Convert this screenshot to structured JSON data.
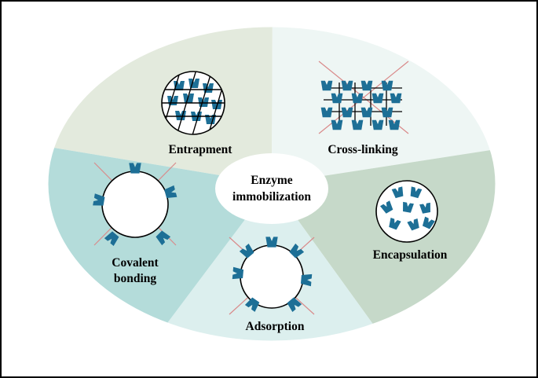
{
  "center": {
    "line1": "Enzyme",
    "line2": "immobilization"
  },
  "methods": {
    "entrapment": "Entrapment",
    "cross_linking": "Cross-linking",
    "encapsulation": "Encapsulation",
    "adsorption": "Adsorption",
    "covalent_line1": "Covalent",
    "covalent_line2": "bonding"
  },
  "colors": {
    "entrapment_sector": "#e3eadd",
    "cross_linking_sector": "#eef6f4",
    "encapsulation_sector": "#c6d9c9",
    "adsorption_sector": "#dcefee",
    "covalent_sector": "#b4dcda",
    "enzyme": "#1d6f96",
    "cross_mark": "#d98a8a",
    "outline": "#000000"
  }
}
